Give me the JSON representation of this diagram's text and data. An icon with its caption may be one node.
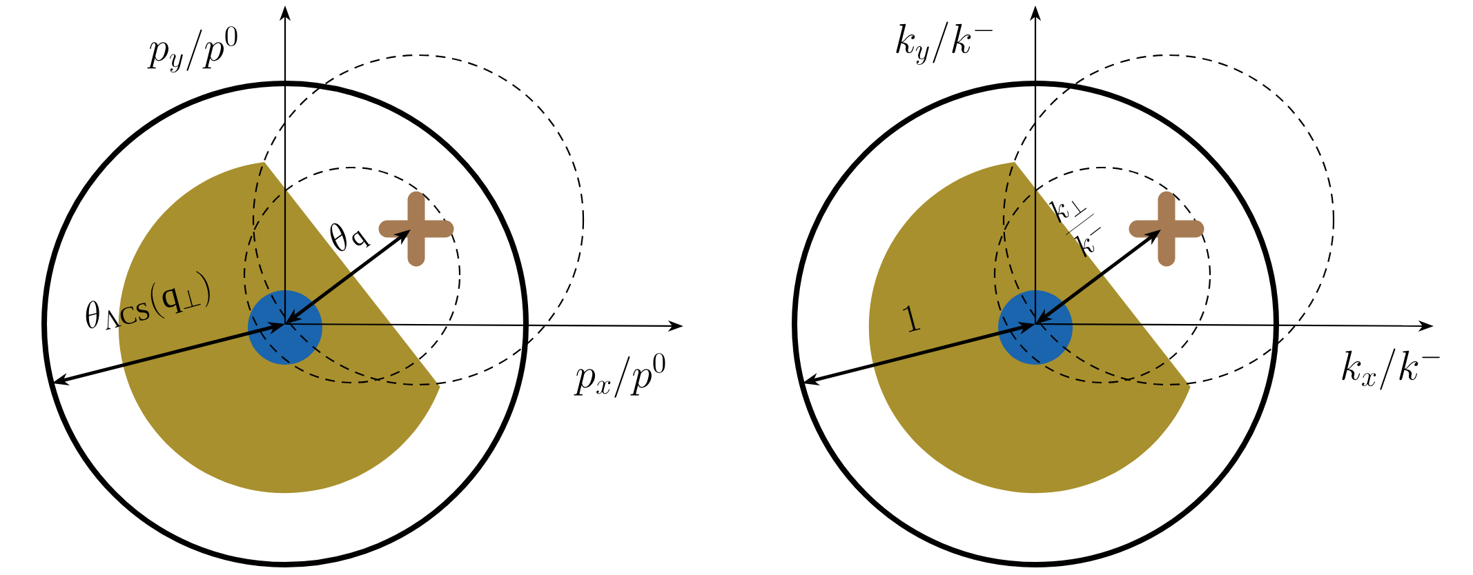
{
  "diagram": {
    "labels": [
      "p_y/p^0",
      "\\theta_{\\mathrm{q}}",
      "\\theta_{\\Lambda\\mathrm{CS}}(\\mathrm{q}_\\perp)",
      "p_x/p^0",
      "k_y/k^-",
      "\\frac{k_\\perp}{k^-}",
      "1",
      "k_x/k^-"
    ]
  }
}
